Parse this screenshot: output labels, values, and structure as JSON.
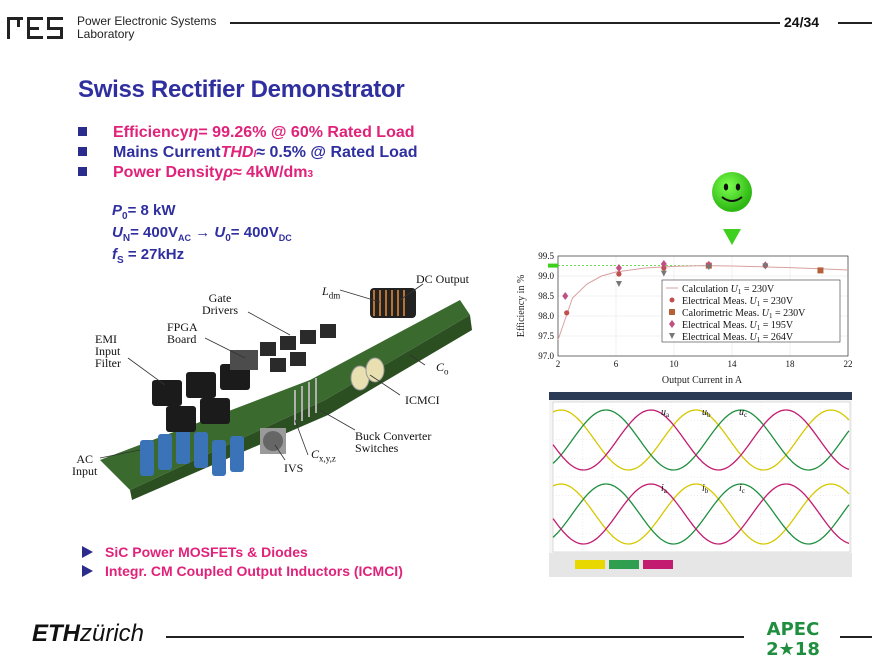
{
  "header": {
    "lab_line1": "Power Electronic Systems",
    "lab_line2": "Laboratory",
    "page": "24/34"
  },
  "title": "Swiss Rectifier Demonstrator",
  "bullets": {
    "b1_a": "Efficiency ",
    "b1_eta": "η",
    "b1_b": " = 99.26% @ 60% Rated Load",
    "b2_a": "Mains Current ",
    "b2_thd": "THD",
    "b2_sub": "I",
    "b2_b": " ≈ 0.5% @ Rated Load",
    "b3_a": "Power Density ",
    "b3_rho": "ρ",
    "b3_b": " ≈ 4kW/dm",
    "b3_sup": "3"
  },
  "params": {
    "p0_sym": "P",
    "p0_sub": "0",
    "p0_val": "= 8 kW",
    "un_sym": "U",
    "un_sub": "N",
    "un_val": "= 400V",
    "un_unit": "AC",
    "arrow": " → ",
    "u0_sym": "U",
    "u0_sub": "0",
    "u0_val": "= 400V",
    "u0_unit": "DC",
    "fs_sym": "f",
    "fs_sub": "S",
    "fs_val": " = 27kHz"
  },
  "photo_labels": {
    "dc_output": "DC Output",
    "ldm": "L",
    "ldm_sub": "dm",
    "gate1": "Gate",
    "gate2": "Drivers",
    "fpga1": "FPGA",
    "fpga2": "Board",
    "emi1": "EMI",
    "emi2": "Input",
    "emi3": "Filter",
    "co": "C",
    "co_sub": "o",
    "icmci": "ICMCI",
    "buck1": "Buck Converter",
    "buck2": "Switches",
    "cxyz": "C",
    "cxyz_sub": "x,y,z",
    "ivs": "IVS",
    "ac1": "AC",
    "ac2": "Input"
  },
  "chart_data": {
    "type": "scatter",
    "xlabel": "Output Current in A",
    "ylabel": "Efficiency in %",
    "xlim": [
      2,
      22
    ],
    "ylim": [
      97.0,
      99.5
    ],
    "xticks": [
      2,
      6,
      10,
      14,
      18,
      22
    ],
    "yticks": [
      97.0,
      97.5,
      98.0,
      98.5,
      99.0,
      99.5
    ],
    "ytick_labels": [
      "97.0",
      "97.5",
      "98.0",
      "98.5",
      "99.0",
      "99.5"
    ],
    "legend_position": "bottom-right",
    "series": [
      {
        "name": "Calculation U1 = 230V",
        "kind": "line",
        "color": "#d9a0a0",
        "x": [
          2,
          3,
          4,
          5,
          6,
          8,
          10,
          12,
          14,
          16,
          18,
          20,
          22
        ],
        "y": [
          97.4,
          98.45,
          98.8,
          99.0,
          99.1,
          99.2,
          99.24,
          99.26,
          99.25,
          99.23,
          99.21,
          99.18,
          99.15
        ]
      },
      {
        "name": "Electrical Meas. U1 = 230V",
        "marker": "circle",
        "color": "#c0504d",
        "x": [
          2.6,
          6.2,
          9.3,
          12.4,
          16.3
        ],
        "y": [
          98.08,
          99.05,
          99.2,
          99.25,
          99.26
        ]
      },
      {
        "name": "Calorimetric Meas. U1 = 230V",
        "marker": "square",
        "color": "#b5603a",
        "x": [
          12.4,
          20.1
        ],
        "y": [
          99.26,
          99.14
        ]
      },
      {
        "name": "Electrical Meas. U1 = 195V",
        "marker": "diamond",
        "color": "#c05080",
        "x": [
          2.5,
          6.2,
          9.3,
          12.4,
          16.3
        ],
        "y": [
          98.5,
          99.2,
          99.3,
          99.28,
          99.27
        ]
      },
      {
        "name": "Electrical Meas. U1 = 264V",
        "marker": "triangle",
        "color": "#777777",
        "x": [
          6.2,
          9.3,
          12.4,
          16.3
        ],
        "y": [
          98.8,
          99.06,
          99.22,
          99.24
        ]
      }
    ],
    "annotations": {
      "marker_value": 99.26
    }
  },
  "chart_text": {
    "xlabel": "Output Current in A",
    "ylabel": "Efficiency in %",
    "leg1_a": "Calculation ",
    "leg1_u": "U",
    "leg1_s": "1",
    "leg1_b": " = 230V",
    "leg2_a": "Electrical Meas. ",
    "leg2_b": " = 230V",
    "leg3_a": "Calorimetric Meas. ",
    "leg3_b": " = 230V",
    "leg4_a": "Electrical Meas. ",
    "leg4_b": " = 195V",
    "leg5_a": "Electrical Meas. ",
    "leg5_b": " = 264V"
  },
  "scope": {
    "ua": "u",
    "ua_sub": "a",
    "ub": "u",
    "ub_sub": "b",
    "uc": "u",
    "uc_sub": "c",
    "ia": "i",
    "ia_sub": "a",
    "ib": "i",
    "ib_sub": "b",
    "ic": "i",
    "ic_sub": "c",
    "colors": {
      "a": "#d6c800",
      "b": "#1f8f3f",
      "c": "#c21b6f",
      "bg": "#ffffff"
    }
  },
  "highlights": {
    "t1": "SiC Power MOSFETs & Diodes",
    "t2": "Integr. CM Coupled Output Inductors (ICMCI)"
  },
  "footer": {
    "eth_bold": "ETH",
    "eth_rest": "zürich",
    "apec1": "APEC",
    "apec2": "2★18"
  },
  "colors": {
    "title": "#2f2f9f",
    "accent": "#e0227a",
    "smiley": "#3fcf1f",
    "apec_green": "#1f8f3f"
  }
}
